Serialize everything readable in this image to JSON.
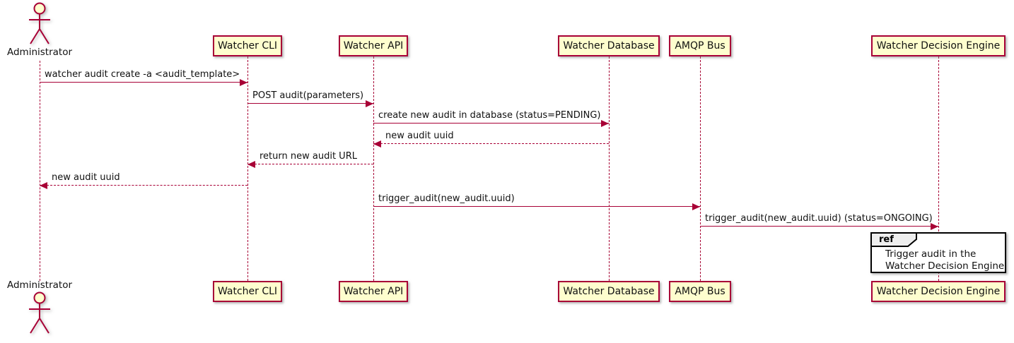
{
  "diagram_type": "sequence",
  "colors": {
    "accent": "#A80036",
    "participant_fill": "#FEFECE",
    "ref_tab_fill": "#EEEEEE",
    "ref_border": "#000000",
    "background": "#FFFFFF"
  },
  "actor": {
    "label": "Administrator"
  },
  "participants": [
    {
      "label": "Watcher CLI"
    },
    {
      "label": "Watcher API"
    },
    {
      "label": "Watcher Database"
    },
    {
      "label": "AMQP Bus"
    },
    {
      "label": "Watcher Decision Engine"
    }
  ],
  "messages": [
    {
      "from": "Administrator",
      "to": "Watcher CLI",
      "type": "solid",
      "text": "watcher audit create -a <audit_template>"
    },
    {
      "from": "Watcher CLI",
      "to": "Watcher API",
      "type": "solid",
      "text": "POST audit(parameters)"
    },
    {
      "from": "Watcher API",
      "to": "Watcher Database",
      "type": "solid",
      "text": "create new audit in database (status=PENDING)"
    },
    {
      "from": "Watcher Database",
      "to": "Watcher API",
      "type": "dashed",
      "text": "new audit uuid"
    },
    {
      "from": "Watcher API",
      "to": "Watcher CLI",
      "type": "dashed",
      "text": "return new audit URL"
    },
    {
      "from": "Watcher CLI",
      "to": "Administrator",
      "type": "dashed",
      "text": "new audit uuid"
    },
    {
      "from": "Watcher API",
      "to": "AMQP Bus",
      "type": "solid",
      "text": "trigger_audit(new_audit.uuid)"
    },
    {
      "from": "AMQP Bus",
      "to": "Watcher Decision Engine",
      "type": "solid",
      "text": "trigger_audit(new_audit.uuid) (status=ONGOING)"
    }
  ],
  "ref_fragment": {
    "label": "ref",
    "over": "Watcher Decision Engine",
    "text_lines": [
      "Trigger audit in the",
      "Watcher Decision Engine"
    ]
  }
}
